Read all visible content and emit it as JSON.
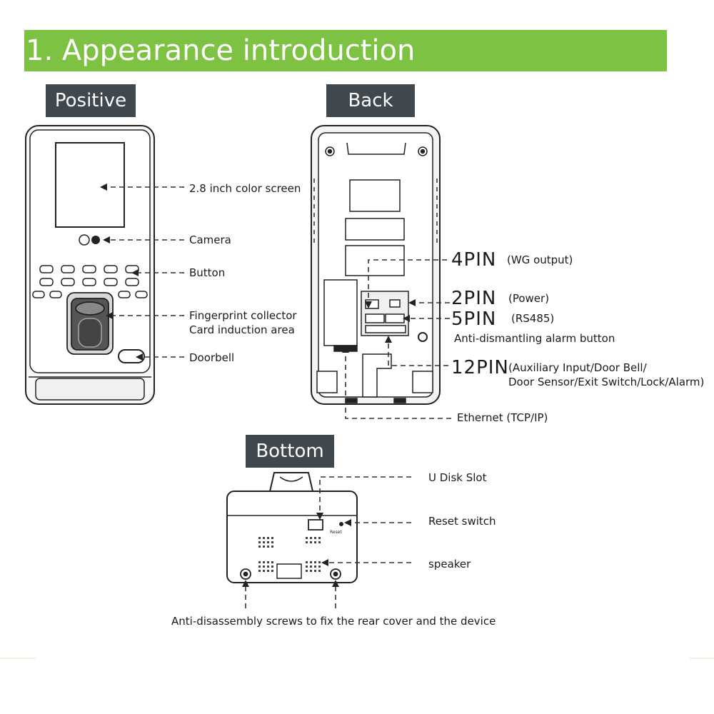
{
  "header": {
    "title": "1. Appearance introduction"
  },
  "sections": {
    "positive": "Positive",
    "back": "Back",
    "bottom": "Bottom"
  },
  "positive_callouts": {
    "screen": "2.8 inch color screen",
    "camera": "Camera",
    "button": "Button",
    "fingerprint": "Fingerprint collector\nCard induction area",
    "doorbell": "Doorbell"
  },
  "back_callouts": {
    "pin4": "4PIN",
    "pin4_desc": "(WG output)",
    "pin2": "2PIN",
    "pin2_desc": "(Power)",
    "pin5": "5PIN",
    "pin5_desc": "(RS485)",
    "alarm": "Anti-dismantling alarm button",
    "pin12": "12PIN",
    "pin12_desc": "(Auxiliary Input/Door Bell/\nDoor Sensor/Exit Switch/Lock/Alarm)",
    "ethernet": "Ethernet (TCP/IP)"
  },
  "bottom_callouts": {
    "udisk": "U Disk Slot",
    "reset": "Reset switch",
    "speaker": "speaker",
    "screws": "Anti-disassembly screws to fix the rear cover and the device",
    "reset_mark": "Reset"
  }
}
